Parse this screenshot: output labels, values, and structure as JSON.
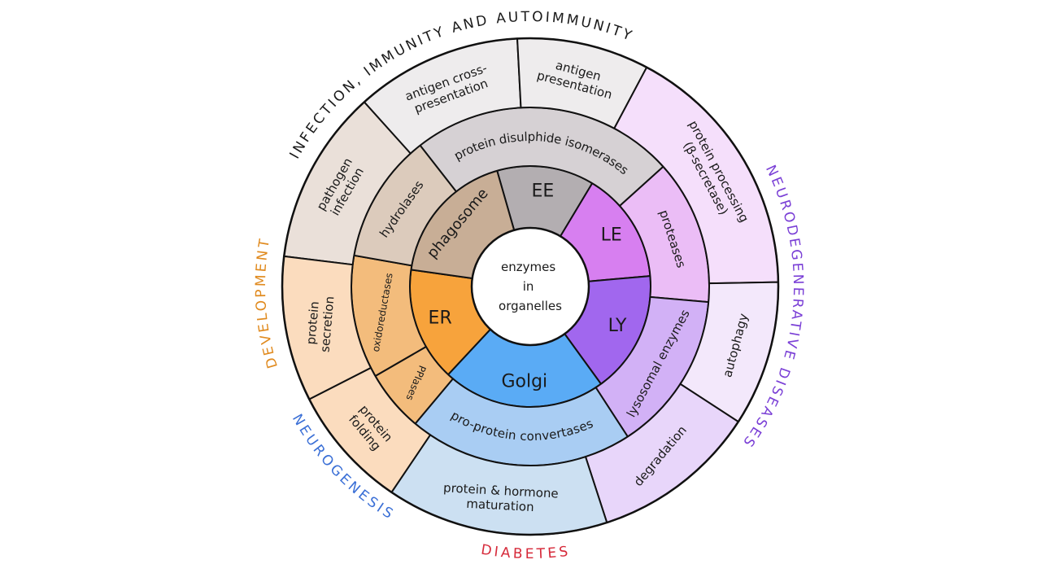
{
  "center": {
    "lines": [
      "enzymes",
      "in",
      "organelles"
    ]
  },
  "organelles": [
    {
      "id": "ee",
      "label": "EE",
      "color": "#b3aeb1"
    },
    {
      "id": "le",
      "label": "LE",
      "color": "#d77ff0"
    },
    {
      "id": "ly",
      "label": "LY",
      "color": "#a167ee"
    },
    {
      "id": "golgi",
      "label": "Golgi",
      "color": "#5aabf5"
    },
    {
      "id": "er",
      "label": "ER",
      "color": "#f7a33c"
    },
    {
      "id": "phagosome",
      "label": "phagosome",
      "color": "#c8ae96"
    }
  ],
  "enzymes": [
    {
      "id": "pdi",
      "label": "protein disulphide isomerases",
      "color": "#d6d1d4"
    },
    {
      "id": "proteases",
      "label": "proteases",
      "color": "#ebbdf6"
    },
    {
      "id": "lysosomal",
      "label": "lysosomal enzymes",
      "color": "#d2b1f6"
    },
    {
      "id": "ppc",
      "label": "pro-protein convertases",
      "color": "#a9cdf3"
    },
    {
      "id": "ppiases",
      "label": "PPIases",
      "color": "#f3bc7c"
    },
    {
      "id": "oxido",
      "label": "oxidoreductases",
      "color": "#f3bc7c"
    },
    {
      "id": "hydrolases",
      "label": "hydrolases",
      "color": "#dccbbc"
    }
  ],
  "functions": [
    {
      "id": "pathogen",
      "lines": [
        "pathogen",
        "infection"
      ],
      "color": "#eae0d9"
    },
    {
      "id": "cross",
      "lines": [
        "antigen cross-",
        "presentation"
      ],
      "color": "#eeeced"
    },
    {
      "id": "antigen",
      "lines": [
        "antigen",
        "presentation"
      ],
      "color": "#eeeced"
    },
    {
      "id": "processing",
      "lines": [
        "protein processing",
        "(β-secretase)"
      ],
      "color": "#f5dffb"
    },
    {
      "id": "autophagy",
      "lines": [
        "autophagy"
      ],
      "color": "#f3e8fb"
    },
    {
      "id": "degradation",
      "lines": [
        "degradation"
      ],
      "color": "#e8d6fa"
    },
    {
      "id": "maturation",
      "lines": [
        "protein & hormone",
        "maturation"
      ],
      "color": "#cce0f2"
    },
    {
      "id": "folding",
      "lines": [
        "protein",
        "folding"
      ],
      "color": "#fbdcbe"
    },
    {
      "id": "secretion",
      "lines": [
        "protein",
        "secretion"
      ],
      "color": "#fbdcbe"
    }
  ],
  "diseases": [
    {
      "id": "immunity",
      "label": "INFECTION, IMMUNITY AND AUTOIMMUNITY",
      "color": "#1a1a1a"
    },
    {
      "id": "neurodegenerative",
      "label": "NEURODEGENERATIVE DISEASES",
      "color": "#7a3fd6"
    },
    {
      "id": "diabetes",
      "label": "DIABETES",
      "color": "#d62a3a"
    },
    {
      "id": "neurogenesis",
      "label": "NEUROGENESIS",
      "color": "#3a6fd6"
    },
    {
      "id": "development",
      "label": "DEVELOPMENT",
      "color": "#e08a1e"
    }
  ]
}
